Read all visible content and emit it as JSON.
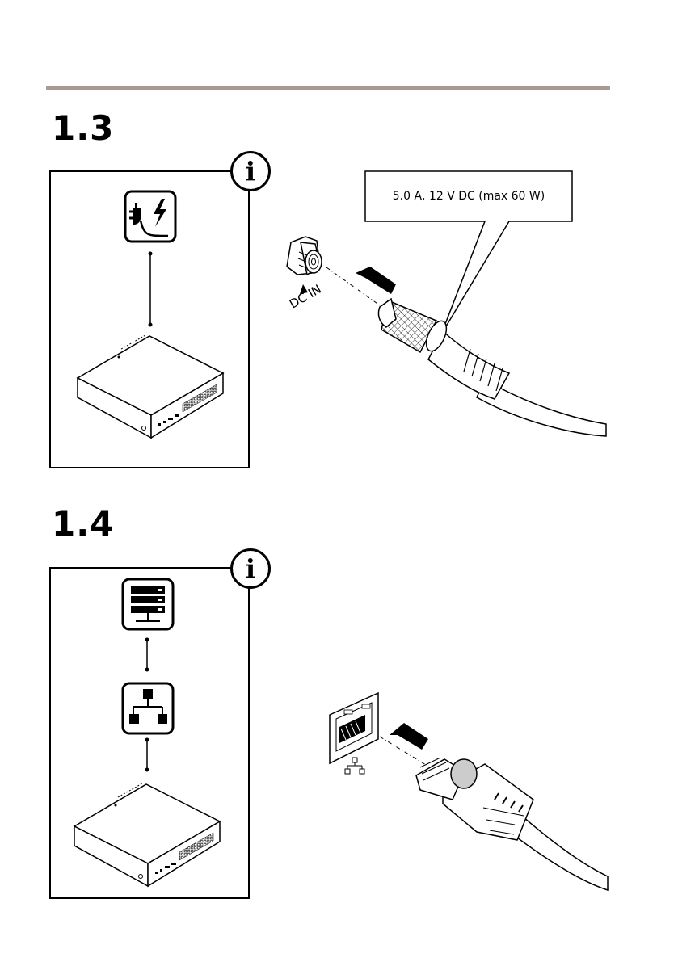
{
  "sections": [
    {
      "number": "1.3",
      "callout": "5.0 A, 12 V DC (max 60 W)",
      "port_label": "DC IN",
      "info_icon": "info-icon",
      "icons": [
        "power-plug-icon",
        "device-icon"
      ]
    },
    {
      "number": "1.4",
      "info_icon": "info-icon",
      "icons": [
        "server-icon",
        "network-icon",
        "device-icon"
      ]
    }
  ]
}
